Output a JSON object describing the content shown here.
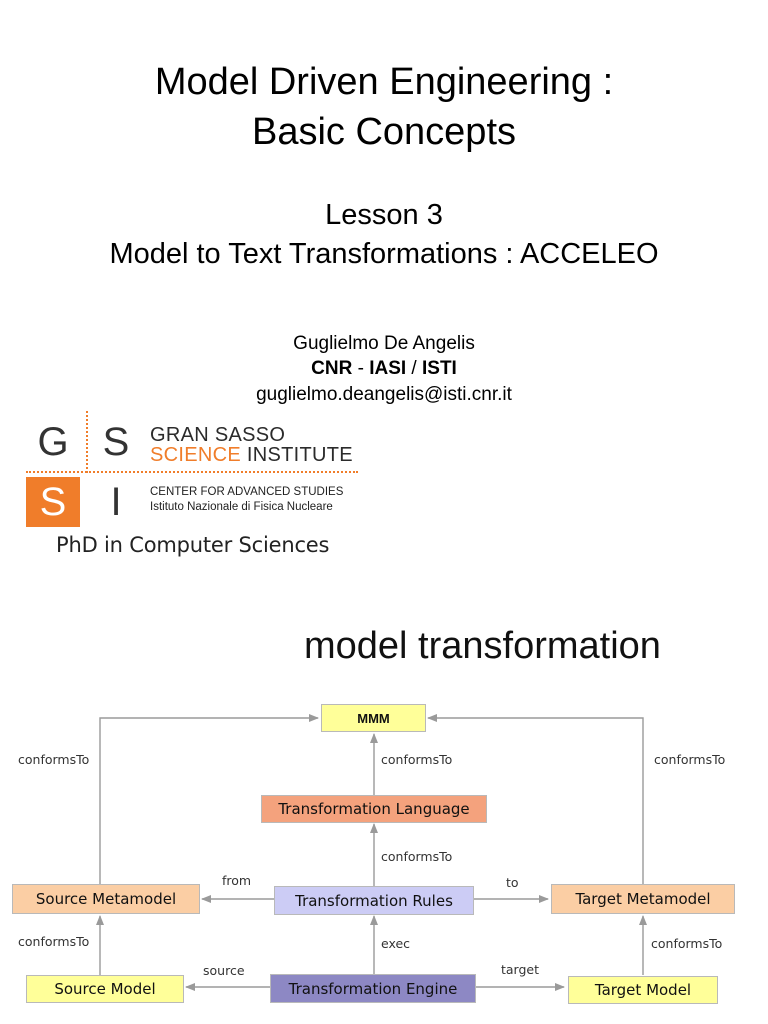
{
  "slide": {
    "title_line1": "Model Driven Engineering :",
    "title_line2": "Basic Concepts",
    "lesson_line1": "Lesson 3",
    "lesson_line2": "Model to Text Transformations : ACCELEO",
    "author_name": "Guglielmo De Angelis",
    "affil_cnr": "CNR",
    "affil_sep1": " - ",
    "affil_iasi": "IASI",
    "affil_sep2": " / ",
    "affil_isti": "ISTI",
    "email": "guglielmo.deangelis@isti.cnr.it"
  },
  "logo": {
    "letter_g": "G",
    "letter_s_top": "S",
    "letter_s_bottom": "S",
    "letter_i": "I",
    "line1": "GRAN SASSO",
    "line2_orange": "SCIENCE",
    "line2_dark": " INSTITUTE",
    "line3": "CENTER FOR ADVANCED STUDIES",
    "line4": "Istituto Nazionale di Fisica Nucleare",
    "phd": "PhD in Computer Sciences",
    "colors": {
      "orange": "#f07d2a"
    }
  },
  "section": {
    "title": "model transformation"
  },
  "diagram": {
    "boxes": {
      "mmm": "MMM",
      "transformation_language": "Transformation Language",
      "transformation_rules": "Transformation Rules",
      "source_metamodel": "Source Metamodel",
      "target_metamodel": "Target Metamodel",
      "source_model": "Source Model",
      "target_model": "Target Model",
      "transformation_engine": "Transformation Engine"
    },
    "labels": {
      "conforms_left": "conformsTo",
      "conforms_center": "conformsTo",
      "conforms_right": "conformsTo",
      "conforms_rules": "conformsTo",
      "conforms_source_model": "conformsTo",
      "conforms_target_model": "conformsTo",
      "from": "from",
      "to": "to",
      "exec": "exec",
      "source": "source",
      "target": "target"
    },
    "colors": {
      "yellow": "#ffff99",
      "orange_dark": "#f4a27d",
      "orange_light": "#fbcea4",
      "lavender": "#ccccf5",
      "purple": "#8d88c4"
    }
  }
}
